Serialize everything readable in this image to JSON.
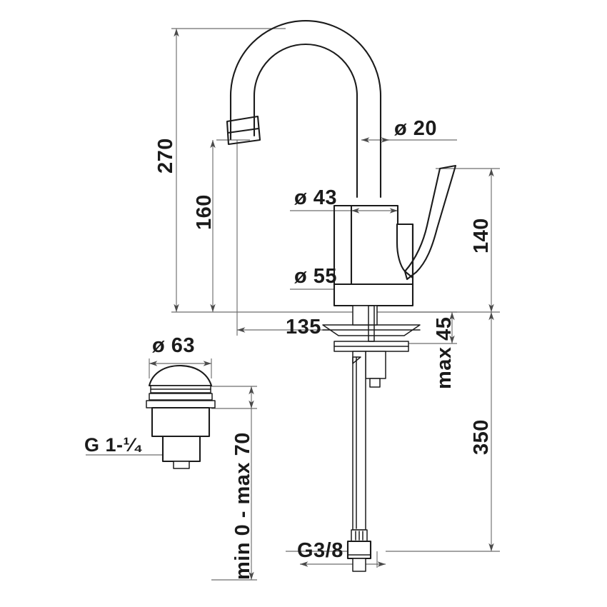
{
  "drawing": {
    "title": "Single-lever basin mixer with pop-up waste — dimensioned drawing",
    "units": "mm",
    "line_color": "#1b1b1b",
    "dimension_color": "#6e6e6e",
    "background": "#ffffff"
  },
  "dimensions": {
    "total_height": "270",
    "spout_height": "160",
    "spout_tube_dia": "ø 20",
    "body_upper_dia": "ø 43",
    "body_lower_dia": "ø 55",
    "handle_height": "140",
    "spout_reach": "135",
    "mounting_max": "max 45",
    "hose_length": "350",
    "hose_thread": "G3/8",
    "drain_cap_dia": "ø 63",
    "drain_thread": "G 1-¹⁄₄",
    "drain_range": "min 0 - max 70"
  },
  "parts": {
    "spout": "gooseneck-spout",
    "aerator": "spout-outlet-aerator",
    "body": "mixer-body",
    "lever": "lever-handle",
    "base": "mounting-base-flange",
    "washer": "counter-top-washer",
    "clamp": "under-counter-clamp-plate",
    "stud": "threaded-stud",
    "hose": "flexible-supply-hose",
    "connector": "g38-hex-connector",
    "drain_cap": "drain-cap",
    "drain_body": "drain-body",
    "counter_line": "counter-top-surface-line"
  }
}
